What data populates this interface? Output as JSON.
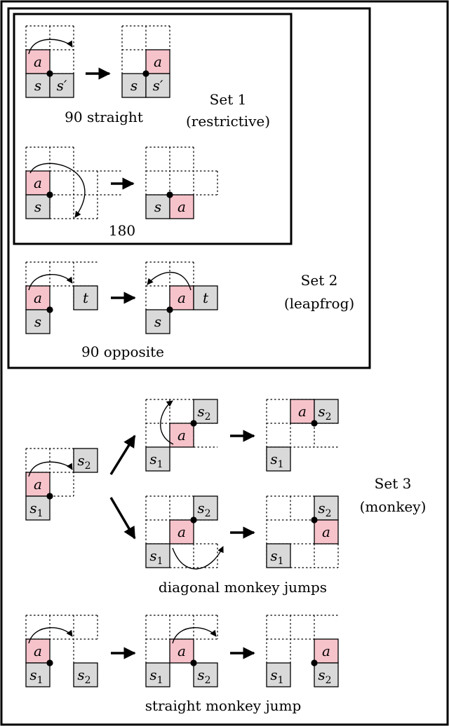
{
  "labels": {
    "set1_title": "Set 1",
    "set1_sub": "(restrictive)",
    "set2_title": "Set 2",
    "set2_sub": "(leapfrog)",
    "set3_title": "Set 3",
    "set3_sub": "(monkey)",
    "cap_90_straight": "90 straight",
    "cap_180": "180",
    "cap_90_opposite": "90 opposite",
    "cap_diagonal": "diagonal monkey jumps",
    "cap_straight_monkey": "straight monkey jump"
  },
  "cells": {
    "a": "a",
    "s": "s",
    "s_prime": "s′",
    "t": "t",
    "s1": "s",
    "s1_sub": "1",
    "s2": "s",
    "s2_sub": "2"
  },
  "colors": {
    "active": "#F7C3CB",
    "static": "#D9D9D9",
    "stroke": "#000000"
  }
}
